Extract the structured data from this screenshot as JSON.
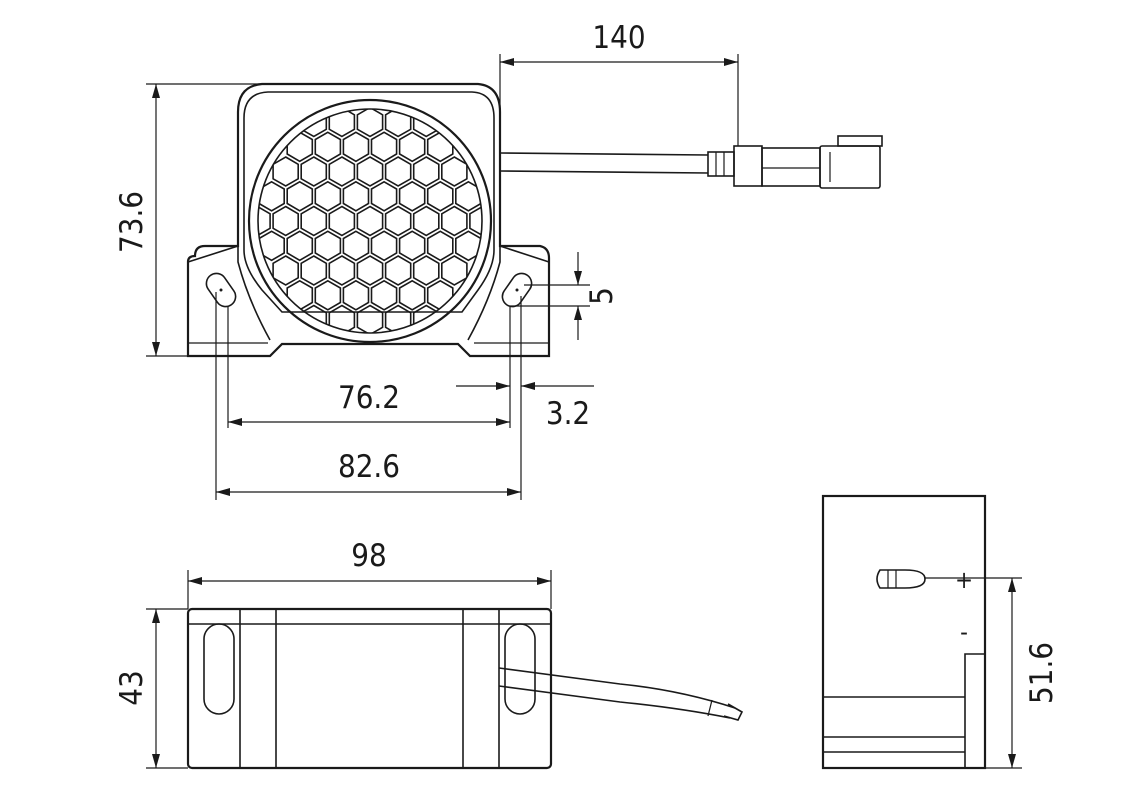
{
  "front_view": {
    "height_label": "73.6",
    "cable_length_label": "140",
    "slot_width_label": "5",
    "slot_offset_label": "3.2",
    "inner_hole_spacing_label": "76.2",
    "outer_hole_spacing_label": "82.6"
  },
  "bottom_view": {
    "width_label": "98",
    "height_label": "43"
  },
  "side_view": {
    "height_label": "51.6",
    "plus_label": "+",
    "minus_label": "-"
  }
}
